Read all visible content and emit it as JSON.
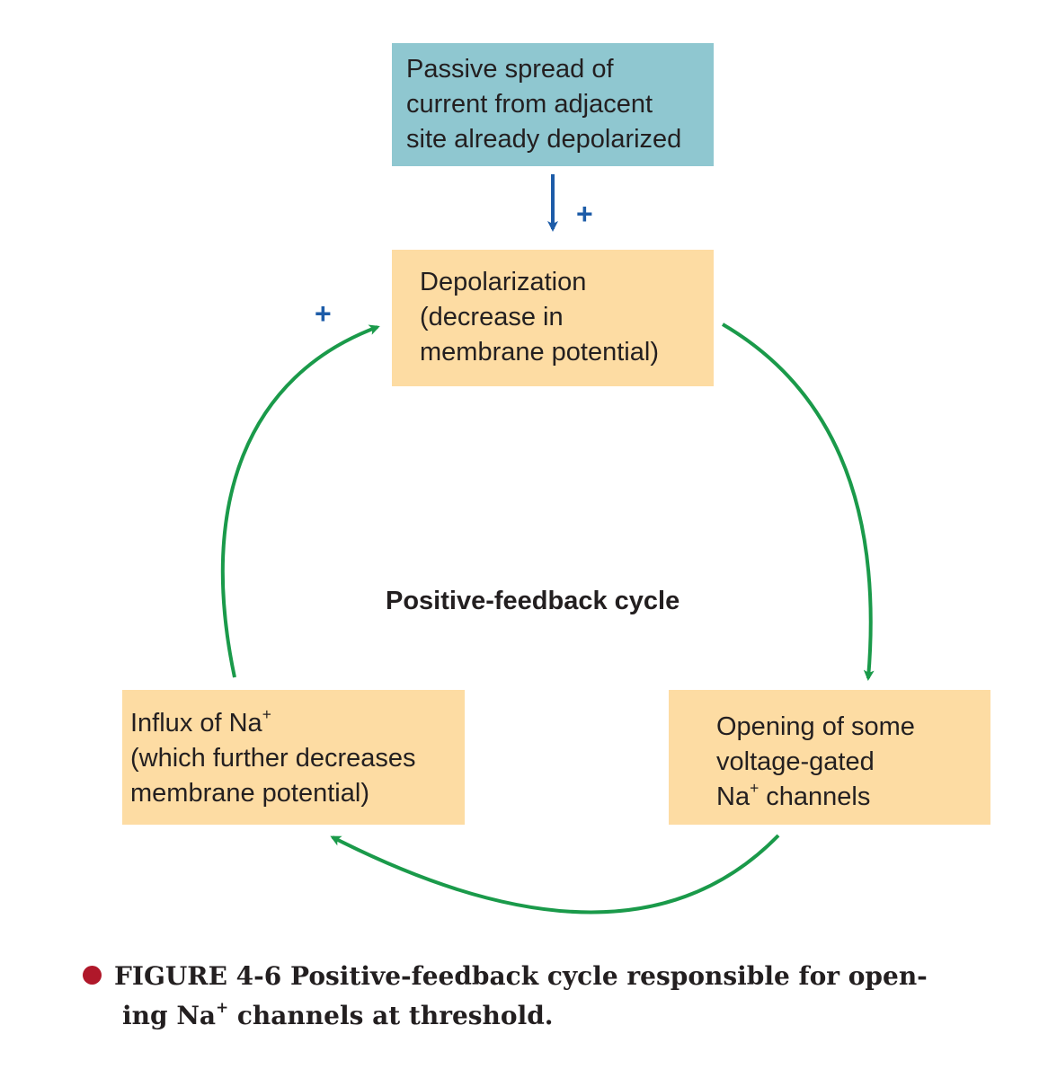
{
  "boxes": {
    "source": {
      "line1": "Passive spread of",
      "line2": "current from adjacent",
      "line3": "site already depolarized"
    },
    "depolarization": {
      "line1": "Depolarization",
      "line2": "(decrease in",
      "line3": "membrane potential)"
    },
    "opening": {
      "line1": "Opening of some",
      "line2": "voltage-gated",
      "line3_prefix": "Na",
      "line3_sup": "+",
      "line3_suffix": " channels"
    },
    "influx": {
      "line1_prefix": "Influx of Na",
      "line1_sup": "+",
      "line2": "(which further decreases",
      "line3": "membrane potential)"
    }
  },
  "signs": {
    "top": "+",
    "left": "+"
  },
  "cycle_label": "Positive-feedback cycle",
  "caption": {
    "figure_number": "FIGURE 4-6",
    "text_line1": "Positive-feedback cycle responsible for open-",
    "text_line2_prefix": "ing Na",
    "text_line2_sup": "+",
    "text_line2_suffix": " channels at threshold."
  },
  "colors": {
    "source_box": "#8fc7d0",
    "cycle_box": "#fddca3",
    "cycle_arrow": "#1a9a4a",
    "input_arrow": "#1d5ca8",
    "bullet": "#b0182a"
  }
}
